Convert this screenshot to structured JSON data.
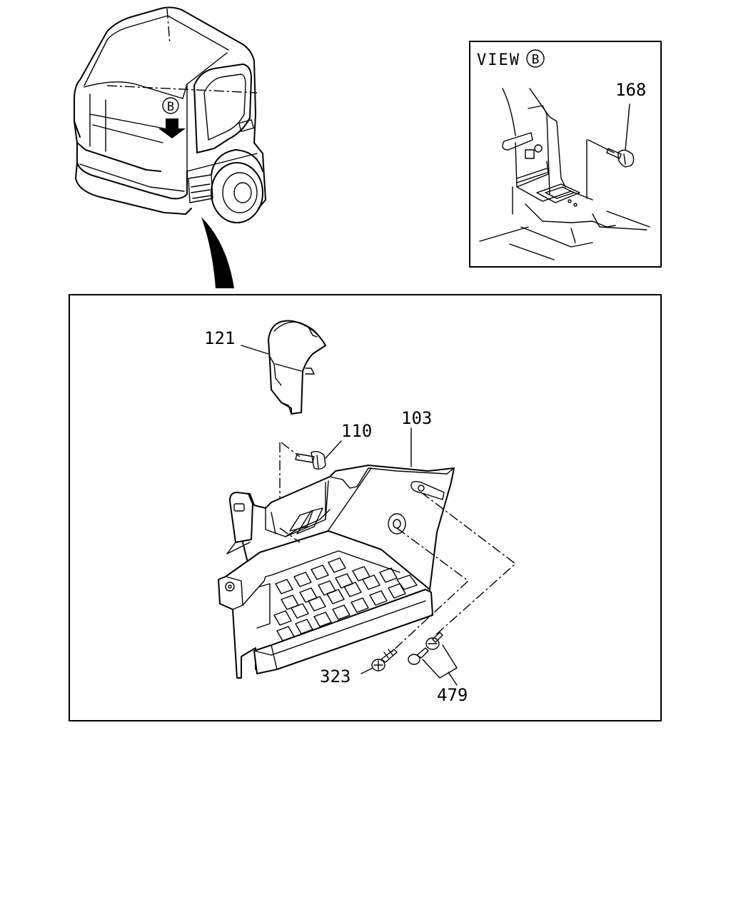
{
  "view_label": {
    "prefix": "VIEW",
    "letter": "B"
  },
  "truck_marker": "B",
  "callouts": {
    "p121": "121",
    "p110": "110",
    "p103": "103",
    "p168": "168",
    "p323": "323",
    "p479": "479"
  }
}
